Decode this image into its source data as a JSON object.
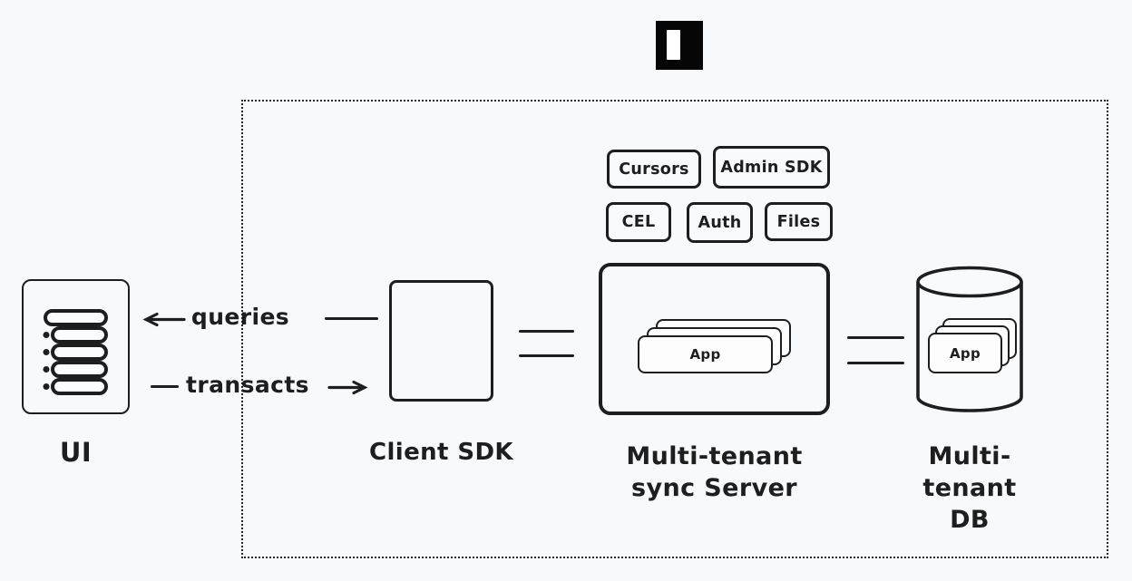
{
  "colors": {
    "background": "#f8f9fb",
    "stroke": "#1e1e1e",
    "logo_black": "#060606",
    "logo_white": "#ffffff",
    "card_fill": "#fdfdfe"
  },
  "logo": {
    "icon": "instant-logo-icon"
  },
  "badges": [
    {
      "label": "Cursors"
    },
    {
      "label": "Admin SDK"
    },
    {
      "label": "CEL"
    },
    {
      "label": "Auth"
    },
    {
      "label": "Files"
    }
  ],
  "nodes": {
    "ui": {
      "label": "UI",
      "icon": "list-icon"
    },
    "client_sdk": {
      "label": "Client SDK"
    },
    "sync_server": {
      "label_line1": "Multi-tenant",
      "label_line2": "sync Server",
      "card_label": "App"
    },
    "db": {
      "label_line1": "Multi-tenant",
      "label_line2": "DB",
      "card_label": "App",
      "icon": "database-cylinder-icon"
    }
  },
  "edges": {
    "queries_label": "queries",
    "transacts_label": "transacts"
  }
}
